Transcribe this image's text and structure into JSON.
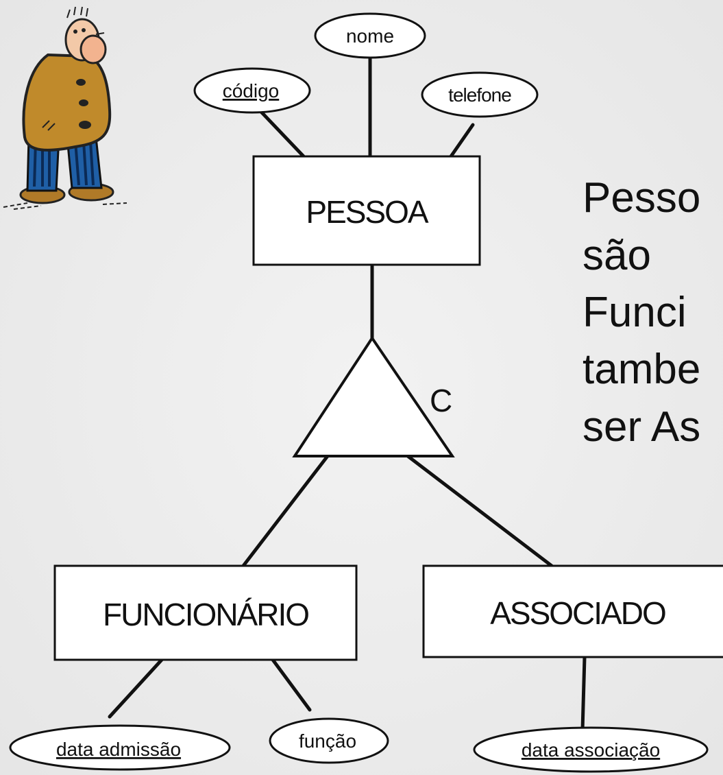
{
  "diagram": {
    "entities": {
      "pessoa": "PESSOA",
      "funcionario": "FUNCIONÁRIO",
      "associado": "ASSOCIADO"
    },
    "attributes": {
      "nome": "nome",
      "codigo": "código",
      "telefone": "telefone",
      "data_admissao": "data admissão",
      "funcao": "função",
      "data_associacao": "data associação"
    },
    "specialization_label": "C"
  },
  "side_text": [
    "Pesso",
    "são",
    "Funci",
    "tambe",
    "ser As"
  ]
}
